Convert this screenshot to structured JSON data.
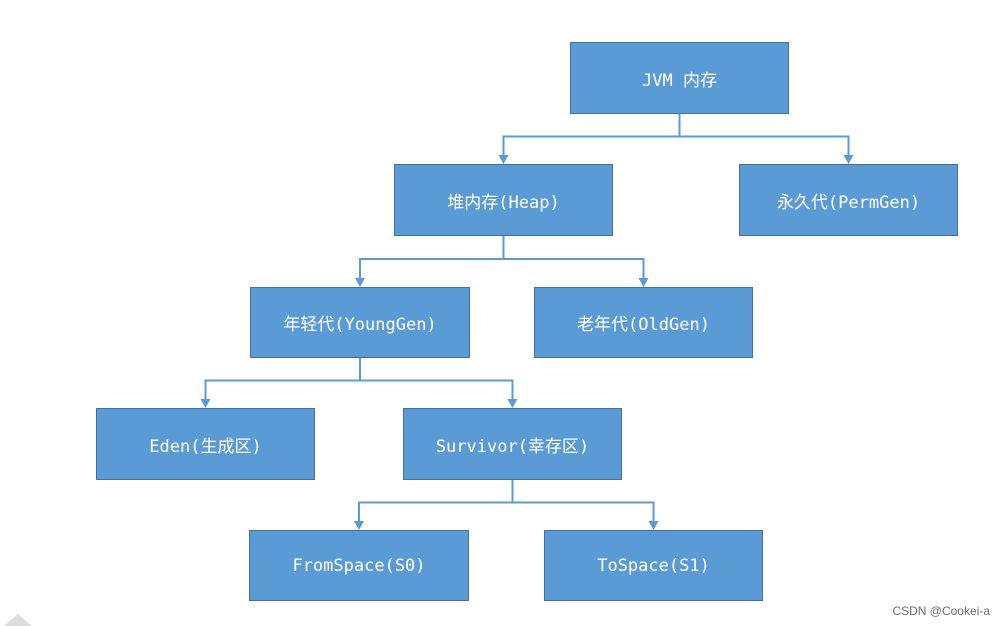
{
  "diagram": {
    "nodes": {
      "jvm": "JVM 内存",
      "heap": "堆内存(Heap)",
      "perm": "永久代(PermGen)",
      "young": "年轻代(YoungGen)",
      "old": "老年代(OldGen)",
      "eden": "Eden(生成区)",
      "survivor": "Survivor(幸存区)",
      "from": "FromSpace(S0)",
      "to": "ToSpace(S1)"
    },
    "edges": [
      {
        "from": "jvm",
        "to": "heap"
      },
      {
        "from": "jvm",
        "to": "perm"
      },
      {
        "from": "heap",
        "to": "young"
      },
      {
        "from": "heap",
        "to": "old"
      },
      {
        "from": "young",
        "to": "eden"
      },
      {
        "from": "young",
        "to": "survivor"
      },
      {
        "from": "survivor",
        "to": "from"
      },
      {
        "from": "survivor",
        "to": "to"
      }
    ],
    "colors": {
      "node_fill": "#5b9bd5",
      "node_border": "#41719c",
      "node_text": "#ffffff",
      "connector": "#5b9bd5"
    }
  },
  "watermark": "CSDN @Cookei-a"
}
